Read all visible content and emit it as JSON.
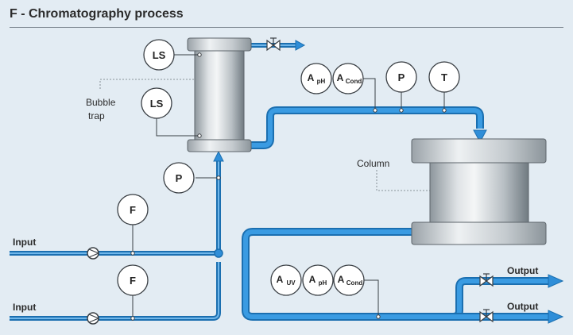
{
  "title": "F - Chromatography process",
  "colors": {
    "background": "#e3ecf3",
    "pipe": "#2f8ed8",
    "pipe_edge": "#1b6fb0",
    "line": "#3a3f44",
    "instrument_fill": "#ffffff"
  },
  "labels": {
    "bubble_line1": "Bubble",
    "bubble_line2": "trap",
    "column": "Column",
    "input_top": "Input",
    "input_bottom": "Input",
    "output_top": "Output",
    "output_bottom": "Output"
  },
  "instruments": {
    "ls_top": "LS",
    "ls_bottom": "LS",
    "p_inlet": "P",
    "f_top": "F",
    "f_bottom": "F",
    "p_outlet": "P",
    "t_outlet": "T"
  },
  "analyzers": {
    "top_ph": {
      "main": "A",
      "sub": "pH"
    },
    "top_cond": {
      "main": "A",
      "sub": "Cond"
    },
    "bot_uv": {
      "main": "A",
      "sub": "UV"
    },
    "bot_ph": {
      "main": "A",
      "sub": "pH"
    },
    "bot_cond": {
      "main": "A",
      "sub": "Cond"
    }
  },
  "icons": {
    "pump": "pump-icon",
    "valve": "valve-icon",
    "flow_arrow": "arrow-icon"
  }
}
